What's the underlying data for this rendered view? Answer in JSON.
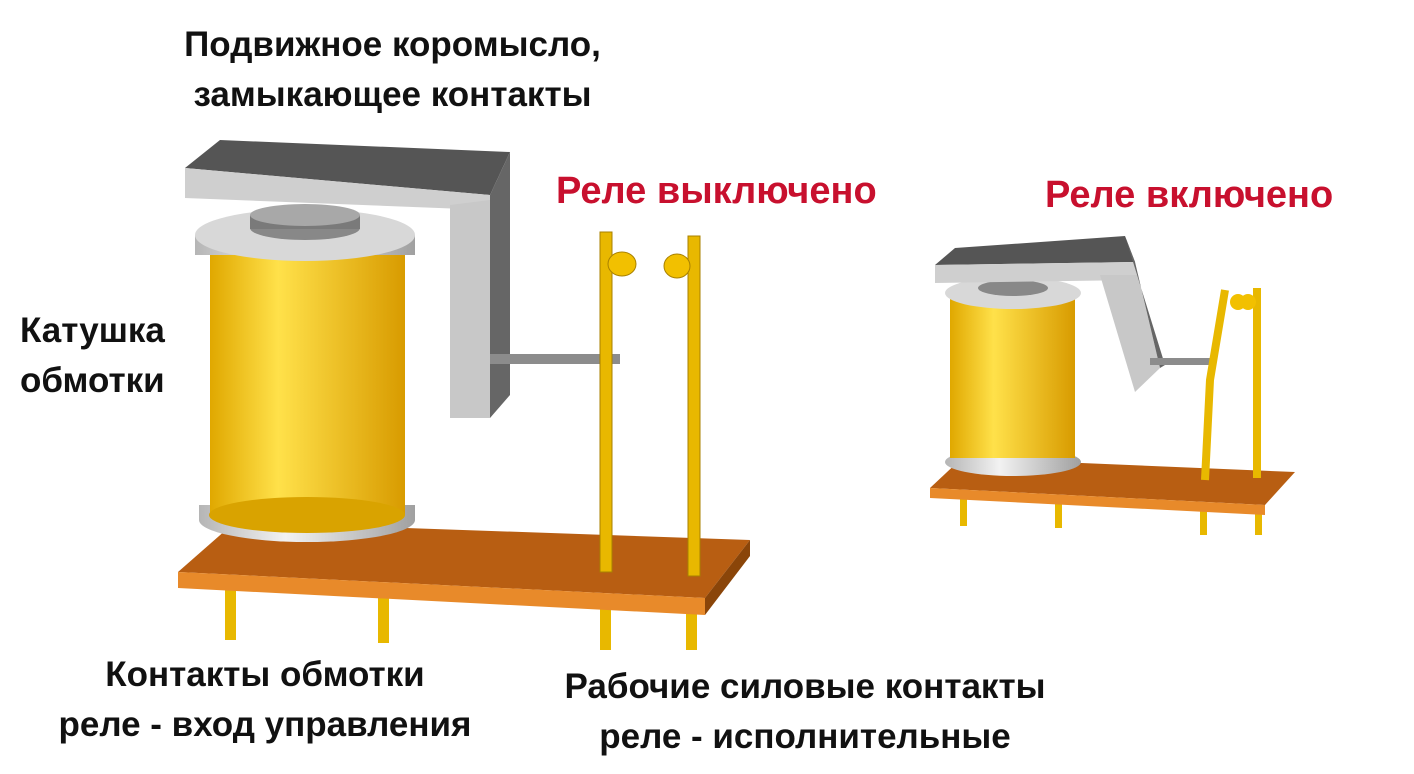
{
  "title": {
    "line1": "Подвижное коромысло,",
    "line2": "замыкающее контакты"
  },
  "state_off": "Реле выключено",
  "state_on": "Реле включено",
  "coil": {
    "line1": "Катушка",
    "line2": "обмотки"
  },
  "coil_contacts": {
    "line1": "Контакты обмотки",
    "line2": "реле - вход управления"
  },
  "power_contacts": {
    "line1": "Рабочие силовые контакты",
    "line2": "реле - исполнительные"
  },
  "colors": {
    "accent_red": "#c8102e",
    "coil": "#f5c400",
    "board": "#e07a20",
    "yoke": "#9a9a9a"
  }
}
